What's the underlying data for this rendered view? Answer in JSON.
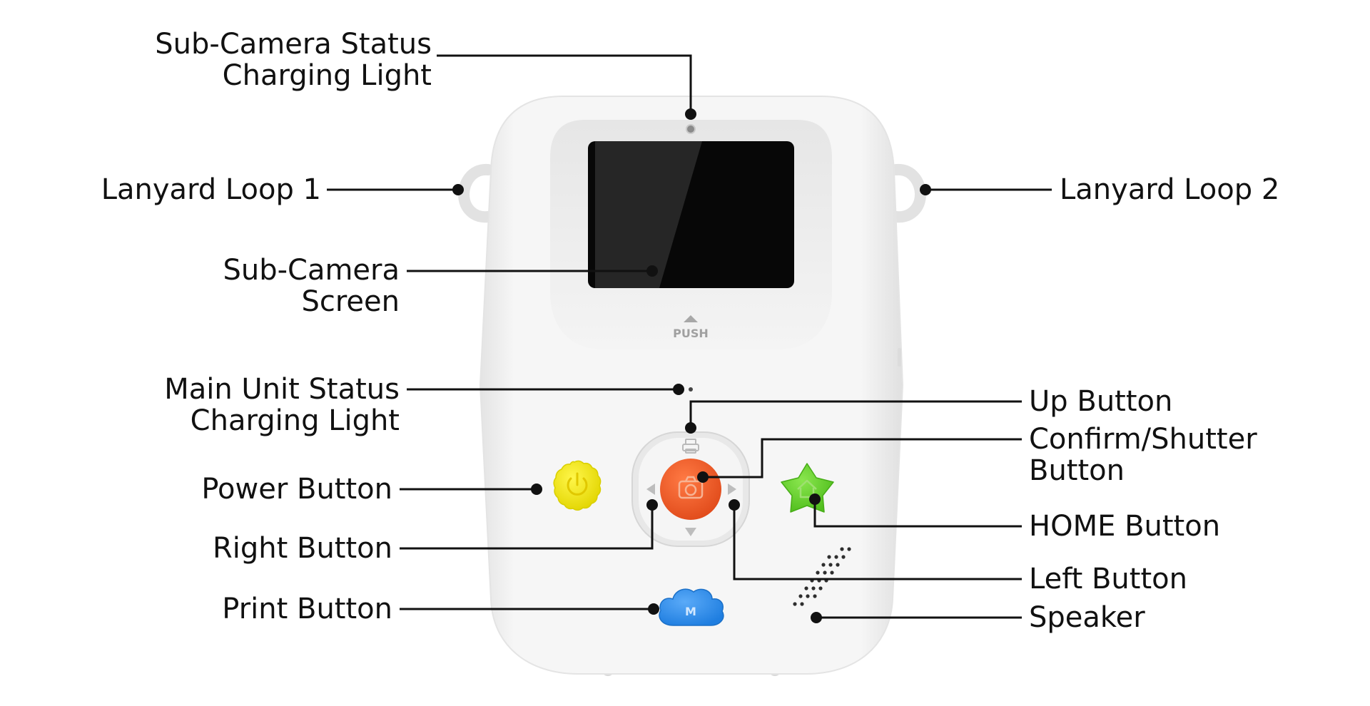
{
  "labels": {
    "sub_camera_status_light": [
      "Sub-Camera Status",
      "Charging Light"
    ],
    "lanyard_loop_1": "Lanyard Loop 1",
    "lanyard_loop_2": "Lanyard Loop 2",
    "sub_camera_screen": [
      "Sub-Camera",
      "Screen"
    ],
    "main_unit_status_light": [
      "Main Unit Status",
      "Charging Light"
    ],
    "up_button": "Up Button",
    "confirm_shutter_button": [
      "Confirm/Shutter",
      "Button"
    ],
    "power_button": "Power Button",
    "home_button": "HOME Button",
    "right_button": "Right Button",
    "left_button": "Left Button",
    "print_button": "Print Button",
    "speaker": "Speaker"
  },
  "device": {
    "push_text": "PUSH",
    "print_button_letter": "M"
  },
  "colors": {
    "body": "#f3f3f3",
    "screen": "#0a0a0a",
    "power": "#f4ea14",
    "shutter": "#ee5322",
    "home": "#62d12a",
    "print": "#2c8ef0",
    "leader": "#111111"
  }
}
